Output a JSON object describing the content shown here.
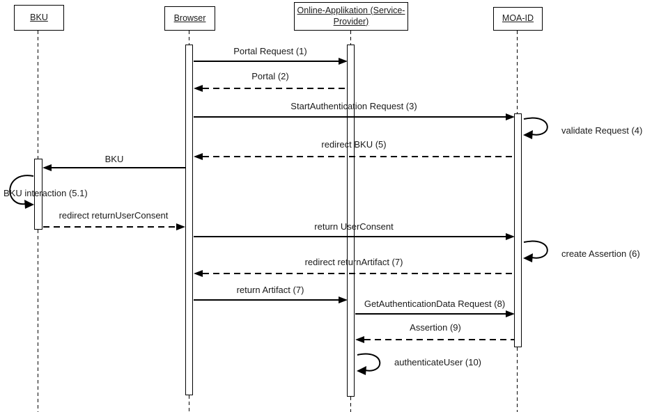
{
  "diagram": {
    "type": "uml-sequence-diagram",
    "colors": {
      "stroke": "#000000",
      "background": "#ffffff",
      "text": "#1a1a1a"
    },
    "actors": [
      {
        "id": "bku",
        "label": "BKU"
      },
      {
        "id": "browser",
        "label": "Browser"
      },
      {
        "id": "online-app",
        "label": "Online-Applikation (Service-Provider)"
      },
      {
        "id": "moa-id",
        "label": "MOA-ID"
      }
    ],
    "messages": [
      {
        "label": "Portal Request (1)",
        "from": "Browser",
        "to": "Online-Applikation (Service-Provider)",
        "style": "solid"
      },
      {
        "label": "Portal (2)",
        "from": "Online-Applikation (Service-Provider)",
        "to": "Browser",
        "style": "dashed"
      },
      {
        "label": "StartAuthentication Request (3)",
        "from": "Browser",
        "to": "MOA-ID",
        "style": "solid"
      },
      {
        "label": "validate Request (4)",
        "from": "MOA-ID",
        "to": "MOA-ID",
        "style": "self"
      },
      {
        "label": "redirect BKU (5)",
        "from": "MOA-ID",
        "to": "Browser",
        "style": "dashed"
      },
      {
        "label": "BKU",
        "from": "Browser",
        "to": "BKU",
        "style": "solid"
      },
      {
        "label": "BKU interaction (5.1)",
        "from": "BKU",
        "to": "BKU",
        "style": "self"
      },
      {
        "label": "redirect returnUserConsent",
        "from": "BKU",
        "to": "Browser",
        "style": "dashed"
      },
      {
        "label": "return UserConsent",
        "from": "Browser",
        "to": "MOA-ID",
        "style": "solid"
      },
      {
        "label": "create Assertion (6)",
        "from": "MOA-ID",
        "to": "MOA-ID",
        "style": "self"
      },
      {
        "label": "redirect returnArtifact (7)",
        "from": "MOA-ID",
        "to": "Browser",
        "style": "dashed"
      },
      {
        "label": "return Artifact (7)",
        "from": "Browser",
        "to": "Online-Applikation (Service-Provider)",
        "style": "solid"
      },
      {
        "label": "GetAuthenticationData Request (8)",
        "from": "Online-Applikation (Service-Provider)",
        "to": "MOA-ID",
        "style": "solid"
      },
      {
        "label": "Assertion (9)",
        "from": "MOA-ID",
        "to": "Online-Applikation (Service-Provider)",
        "style": "dashed"
      },
      {
        "label": "authenticateUser (10)",
        "from": "Online-Applikation (Service-Provider)",
        "to": "Online-Applikation (Service-Provider)",
        "style": "self"
      }
    ]
  }
}
